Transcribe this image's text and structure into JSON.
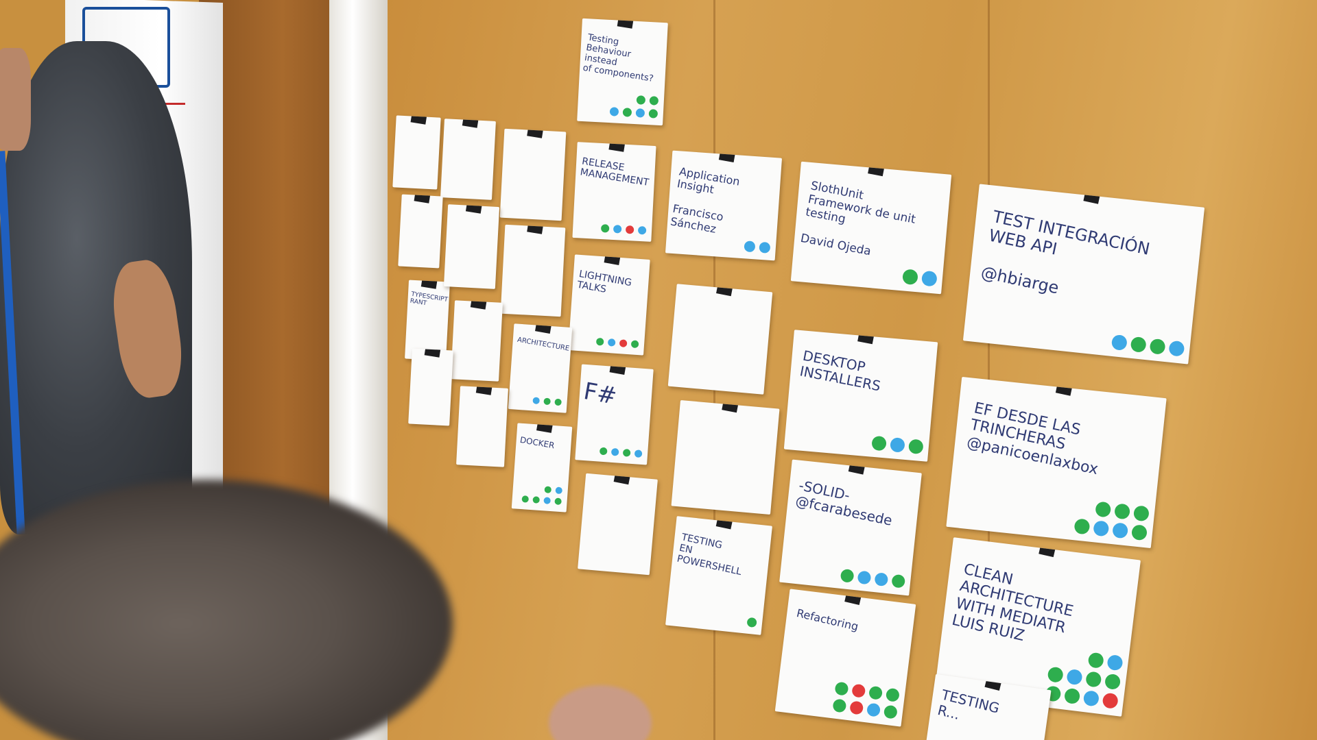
{
  "cards": [
    {
      "id": "testing-behaviour",
      "text": "Testing\nBehaviour instead\nof components?",
      "dots": [
        "g",
        "b",
        "g",
        "b",
        "g",
        "g"
      ]
    },
    {
      "id": "application-insight",
      "text": "Application Insight\n\nFrancisco\nSánchez",
      "dots": [
        "b",
        "b"
      ]
    },
    {
      "id": "slothunit",
      "text": "SlothUnit\nFramework de unit testing\n\nDavid Ojeda",
      "dots": [
        "b",
        "g"
      ]
    },
    {
      "id": "test-integracion",
      "text": "TEST INTEGRACIÓN\nWEB API\n\n@hbiarge",
      "dots": [
        "b",
        "g",
        "g",
        "b"
      ]
    },
    {
      "id": "release-management",
      "text": "RELEASE\nMANAGEMENT",
      "dots": [
        "b",
        "r",
        "b",
        "g"
      ]
    },
    {
      "id": "lightning-talks",
      "text": "LIGHTNING\nTALKS",
      "dots": [
        "g",
        "r",
        "b",
        "g"
      ]
    },
    {
      "id": "desktop-installers",
      "text": "DESKTOP\nINSTALLERS",
      "dots": [
        "g",
        "b",
        "g"
      ]
    },
    {
      "id": "ef-desde-las-trincheras",
      "text": "EF DESDE LAS\nTRINCHERAS\n@panicoenlaxbox",
      "dots": [
        "g",
        "b",
        "b",
        "g",
        "g",
        "g",
        "g"
      ]
    },
    {
      "id": "fsharp",
      "text": "F#",
      "dots": [
        "b",
        "g",
        "b",
        "g"
      ]
    },
    {
      "id": "solid",
      "text": "-SOLID-\n@fcarabesede",
      "dots": [
        "g",
        "b",
        "b",
        "g"
      ]
    },
    {
      "id": "clean-architecture",
      "text": "CLEAN\nARCHITECTURE\nWITH MEDIATR\nLUIS RUIZ",
      "dots": [
        "r",
        "b",
        "g",
        "g",
        "g",
        "g",
        "b",
        "g",
        "b",
        "g"
      ]
    },
    {
      "id": "testing-en-powershell",
      "text": "TESTING\nEN\nPOWERSHELL",
      "dots": [
        "g"
      ]
    },
    {
      "id": "refactoring",
      "text": "Refactoring",
      "dots": [
        "g",
        "b",
        "r",
        "g",
        "g",
        "g",
        "r",
        "g"
      ]
    },
    {
      "id": "testing-bottom",
      "text": "TESTING\nR...",
      "dots": []
    },
    {
      "id": "typescript-rant",
      "text": "TYPESCRIPT\nRANT",
      "dots": []
    },
    {
      "id": "docker",
      "text": "DOCKER",
      "dots": [
        "g",
        "b",
        "g",
        "g",
        "b",
        "g"
      ]
    },
    {
      "id": "architecture",
      "text": "ARCHITECTURE",
      "dots": [
        "g",
        "g",
        "b"
      ]
    }
  ]
}
